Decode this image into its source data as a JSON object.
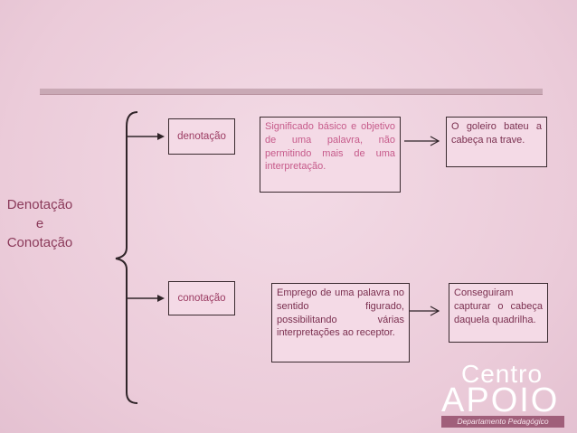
{
  "title": {
    "line1": "Denotação",
    "line2": "e",
    "line3": "Conotação"
  },
  "branches": [
    {
      "label": "denotação",
      "definition": "Significado básico e objetivo de uma palavra, não permitindo mais de uma interpretação.",
      "example": "O goleiro bateu a cabeça na trave."
    },
    {
      "label": "conotação",
      "definition": "Emprego de uma palavra no sentido figurado, possibilitando várias interpretações ao receptor.",
      "example": "Conseguiram capturar o cabeça daquela quadrilha."
    }
  ],
  "logo": {
    "top": "Centro",
    "main": "APOIO",
    "sub": "Departamento Pedagógico"
  },
  "colors": {
    "background": "#efd3e0",
    "box_fill": "#f4dae6",
    "accent": "#9b3b62",
    "border": "#3a2a2f"
  }
}
